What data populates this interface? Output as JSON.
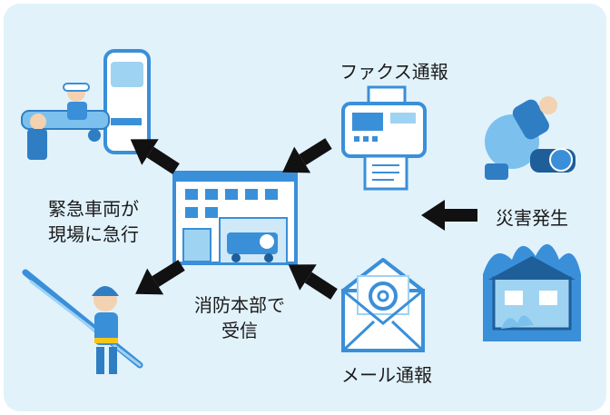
{
  "labels": {
    "fax_report": "ファクス通報",
    "mail_report": "メール通報",
    "disaster": "災害発生",
    "dispatch_line1": "緊急車両が",
    "dispatch_line2": "現場に急行",
    "receive_line1": "消防本部で",
    "receive_line2": "受信"
  },
  "icons": {
    "fax": "fax-machine-icon",
    "mail": "mail-envelope-at-icon",
    "hq": "fire-headquarters-building-icon",
    "ambulance": "ambulance-stretcher-icon",
    "firefighter": "firefighter-hose-icon",
    "earthquake": "collapsed-person-icon",
    "fire": "burning-house-icon"
  },
  "colors": {
    "background": "#e1f2fb",
    "accent_blue": "#3a8fd9",
    "arrow": "#111111"
  }
}
